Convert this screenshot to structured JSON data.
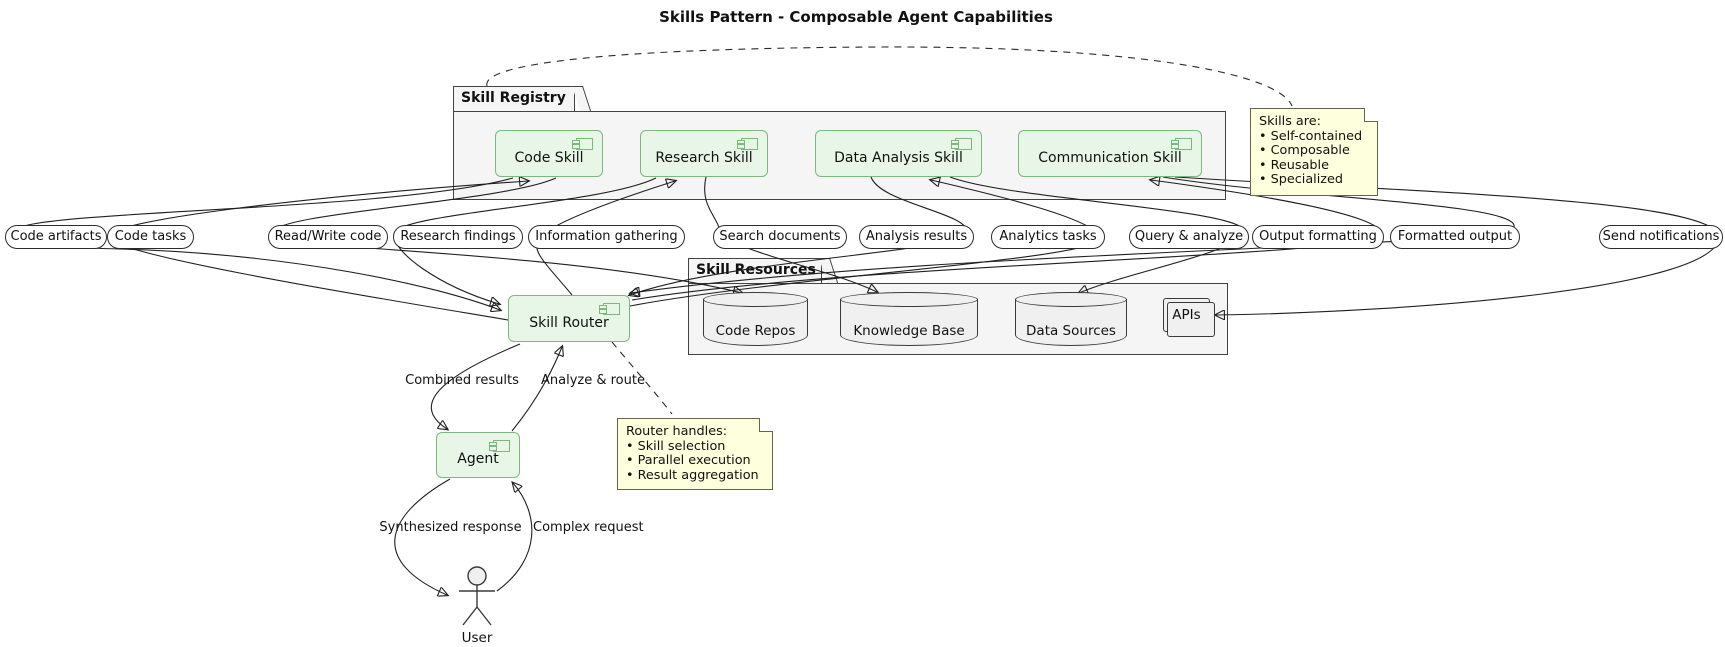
{
  "diagram_title": "Skills Pattern - Composable Agent Capabilities",
  "registry": {
    "label": "Skill Registry",
    "components": [
      "Code Skill",
      "Research Skill",
      "Data Analysis Skill",
      "Communication Skill"
    ]
  },
  "resources": {
    "label": "Skill Resources",
    "databases": [
      "Code Repos",
      "Knowledge Base",
      "Data Sources"
    ],
    "api": "APIs"
  },
  "nodes": {
    "router": "Skill Router",
    "agent": "Agent",
    "user": "User"
  },
  "notes": {
    "skills": [
      "Skills are:",
      "• Self-contained",
      "• Composable",
      "• Reusable",
      "• Specialized"
    ],
    "router": [
      "Router handles:",
      "• Skill selection",
      "• Parallel execution",
      "• Result aggregation"
    ]
  },
  "edge_labels": {
    "mid": [
      "Code artifacts",
      "Code tasks",
      "Read/Write code",
      "Research findings",
      "Information gathering",
      "Search documents",
      "Analysis results",
      "Analytics tasks",
      "Query & analyze",
      "Output formatting",
      "Formatted output",
      "Send notifications"
    ],
    "router_agent": [
      "Combined results",
      "Analyze & route"
    ],
    "agent_user": [
      "Synthesized response",
      "Complex request"
    ]
  },
  "colors": {
    "component_fill": "#E8F6E8",
    "component_border": "#7CB77C",
    "note_fill": "#FEFFDC",
    "note_border": "#64644A",
    "package_fill": "#F5F5F5",
    "package_border": "#424242",
    "database_fill": "#F0F0F0",
    "edge": "#1F1F1F"
  }
}
